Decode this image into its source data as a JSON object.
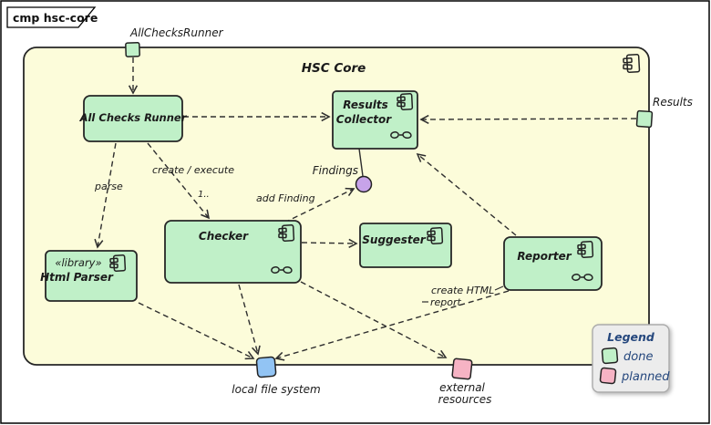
{
  "frame": {
    "tab_label": "cmp hsc-core"
  },
  "container": {
    "title": "HSC Core"
  },
  "components": {
    "all_checks_runner": {
      "label": "All Checks Runner"
    },
    "results_collector": {
      "label_line1": "Results",
      "label_line2": "Collector"
    },
    "checker": {
      "label": "Checker"
    },
    "suggester": {
      "label": "Suggester"
    },
    "html_parser": {
      "stereotype": "«library»",
      "label": "Html Parser"
    },
    "reporter": {
      "label": "Reporter"
    }
  },
  "ports": {
    "all_checks_runner_port": {
      "label": "AllChecksRunner"
    },
    "results_port": {
      "label": "Results"
    },
    "local_file_system": {
      "label": "local file system"
    },
    "external_resources": {
      "label_line1": "external",
      "label_line2": "resources"
    }
  },
  "interfaces": {
    "findings": {
      "label": "Findings"
    }
  },
  "edge_labels": {
    "parse": "parse",
    "create_execute": "create / execute",
    "multiplicity": "1..",
    "add_finding": "add Finding",
    "create_html_report_line1": "create HTML",
    "create_html_report_line2": "report"
  },
  "legend": {
    "title": "Legend",
    "items": [
      {
        "label": "done",
        "color": "#C0F0C8"
      },
      {
        "label": "planned",
        "color": "#F6B3C4"
      }
    ]
  },
  "colors": {
    "container_fill": "#FCFCDA",
    "done_green": "#C0F0C8",
    "planned_pink": "#F6B3C4",
    "file_system_blue": "#92C4F4",
    "interface_purple": "#C7A3E9"
  }
}
